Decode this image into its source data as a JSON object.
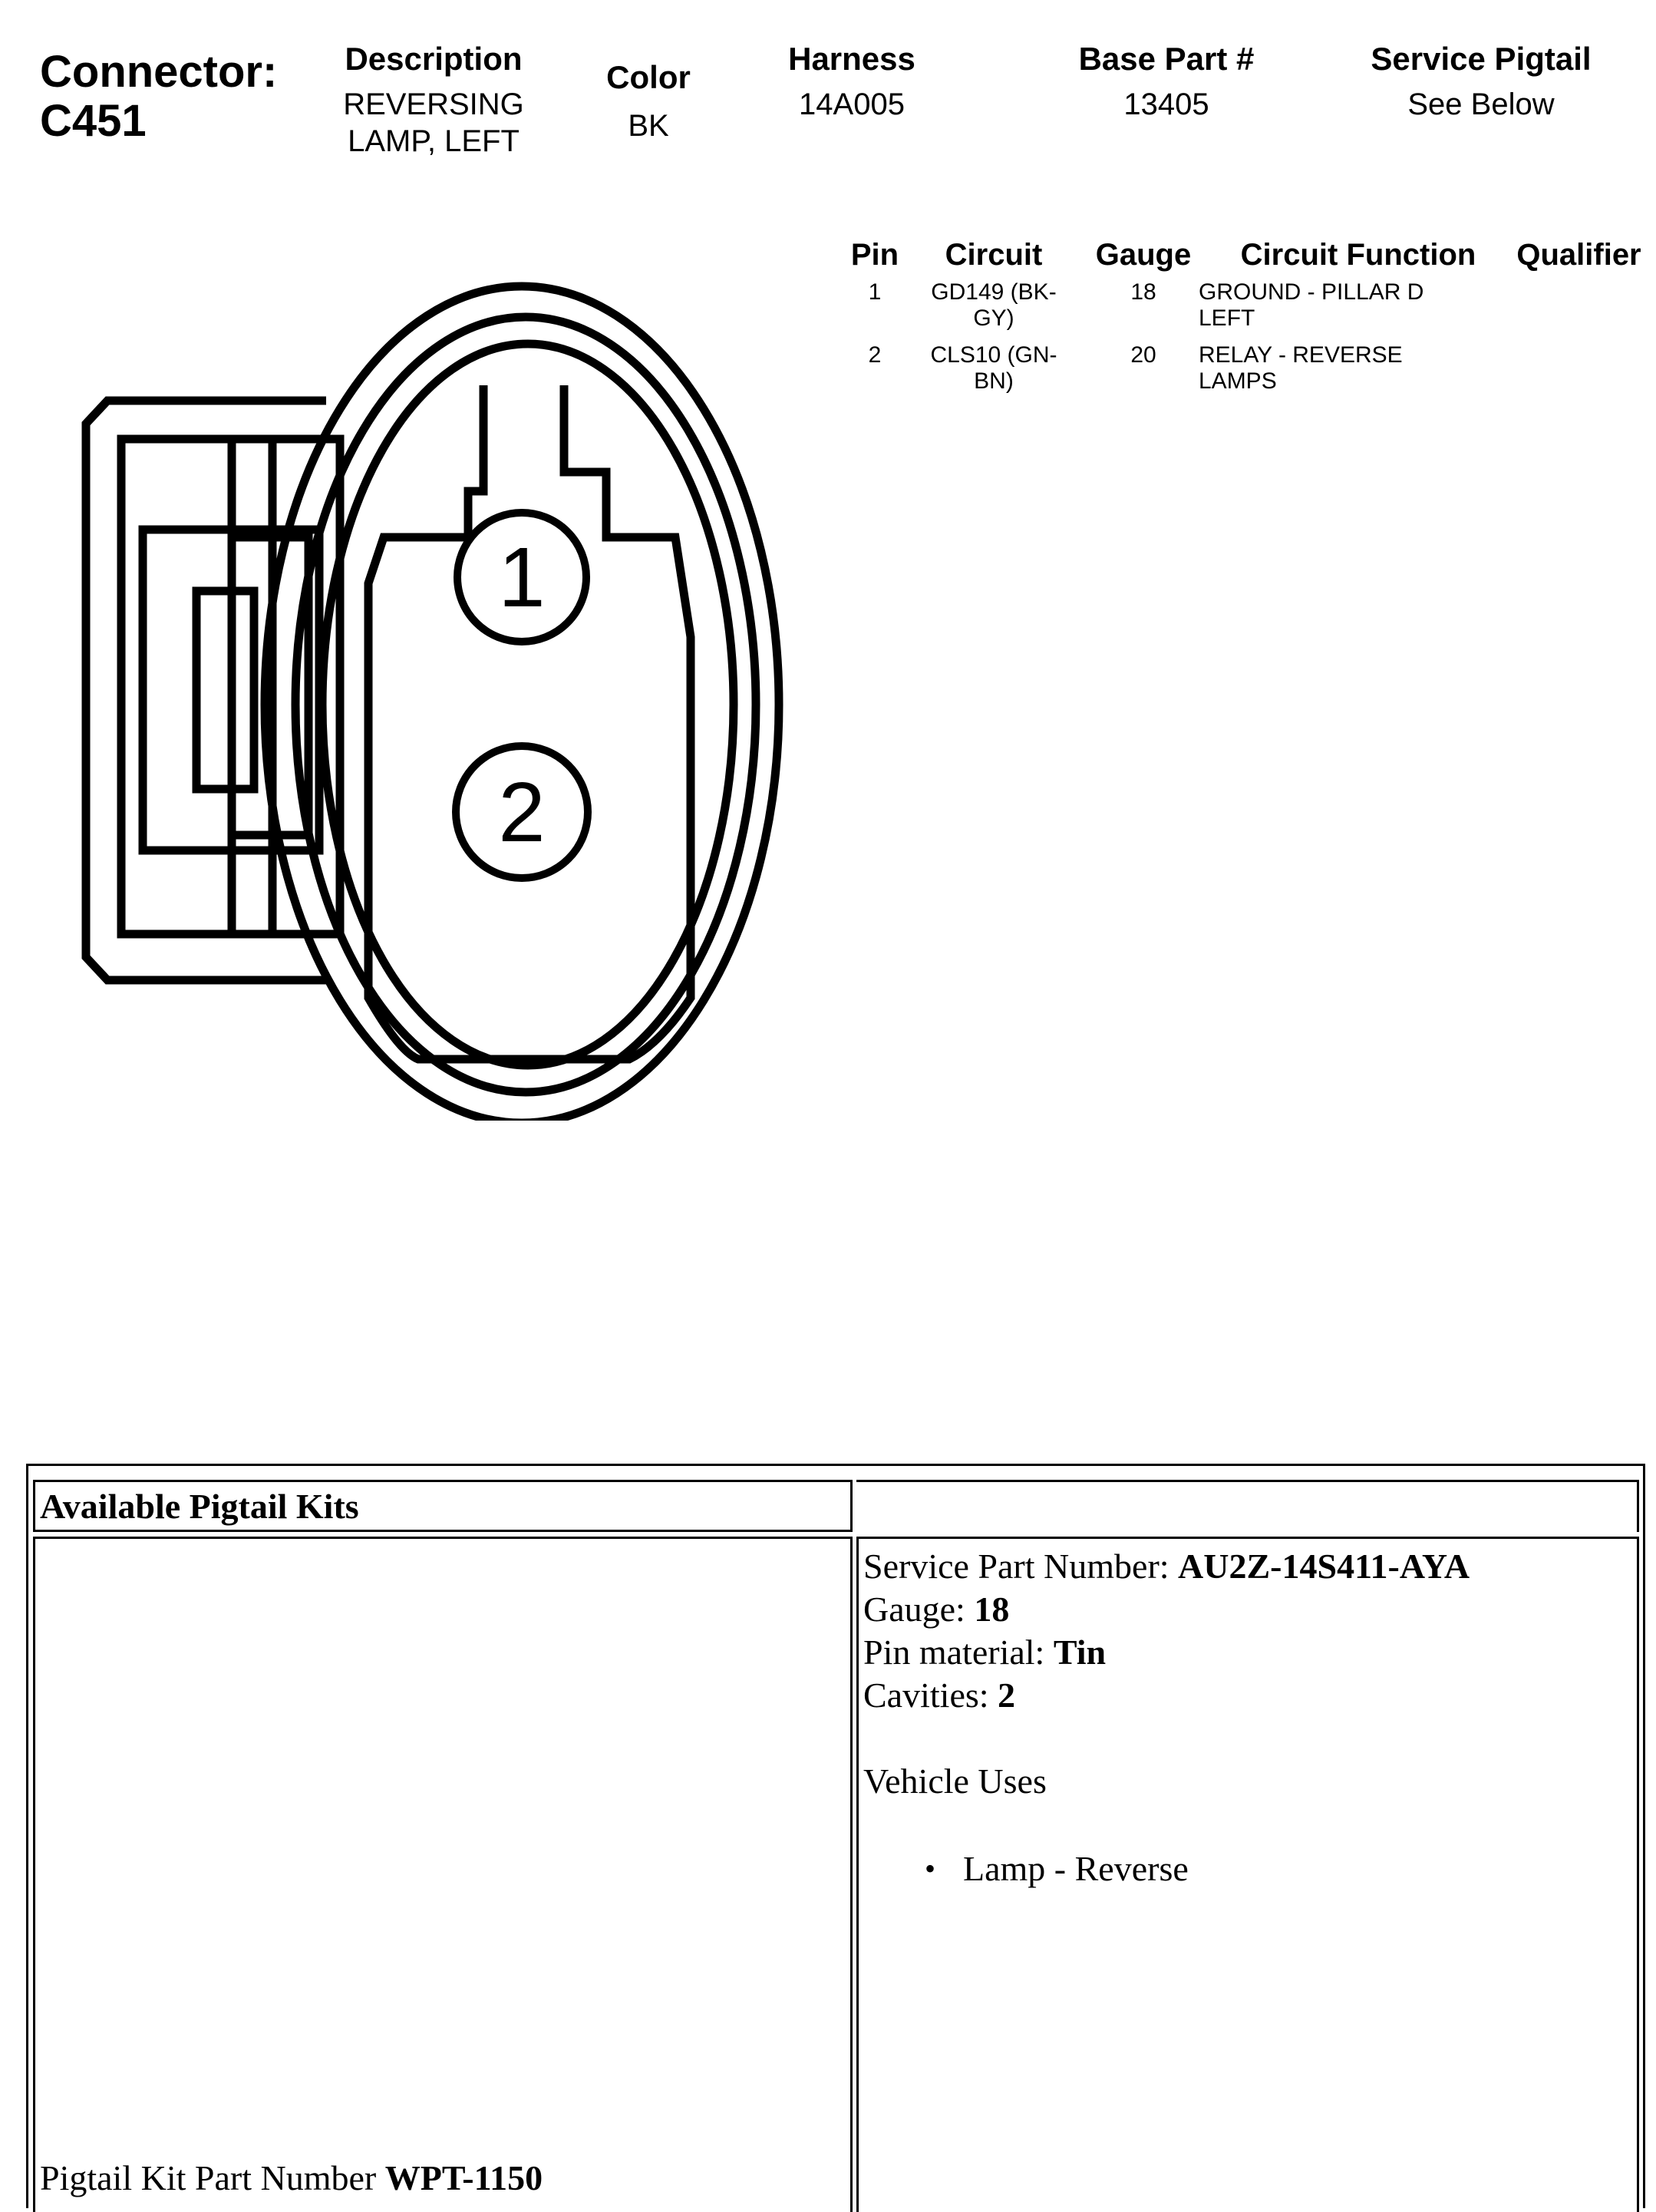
{
  "connector": {
    "label": "Connector:",
    "id": "C451"
  },
  "header": {
    "description_label": "Description",
    "description_line1": "REVERSING",
    "description_line2": "LAMP, LEFT",
    "color_label": "Color",
    "color_value": "BK",
    "harness_label": "Harness",
    "harness_value": "14A005",
    "base_part_label": "Base Part #",
    "base_part_value": "13405",
    "service_pigtail_label": "Service Pigtail",
    "service_pigtail_value": "See Below"
  },
  "pin_table": {
    "headers": [
      "Pin",
      "Circuit",
      "Gauge",
      "Circuit Function",
      "Qualifier"
    ],
    "rows": [
      {
        "pin": "1",
        "circuit_l1": "GD149 (BK-",
        "circuit_l2": "GY)",
        "gauge": "18",
        "function_l1": "GROUND - PILLAR D",
        "function_l2": "LEFT",
        "qualifier": ""
      },
      {
        "pin": "2",
        "circuit_l1": "CLS10 (GN-",
        "circuit_l2": "BN)",
        "gauge": "20",
        "function_l1": "RELAY - REVERSE",
        "function_l2": "LAMPS",
        "qualifier": ""
      }
    ]
  },
  "diagram": {
    "pin1_label": "1",
    "pin2_label": "2"
  },
  "kits": {
    "title": "Available Pigtail Kits",
    "service_part_label": "Service Part Number: ",
    "service_part_value": "AU2Z-14S411-AYA",
    "gauge_label": "Gauge: ",
    "gauge_value": "18",
    "pin_material_label": "Pin material: ",
    "pin_material_value": "Tin",
    "cavities_label": "Cavities: ",
    "cavities_value": "2",
    "vehicle_uses_label": "Vehicle Uses",
    "vehicle_uses": [
      "Lamp - Reverse"
    ],
    "kit_part_label": "Pigtail Kit Part Number ",
    "kit_part_value": "WPT-1150"
  }
}
